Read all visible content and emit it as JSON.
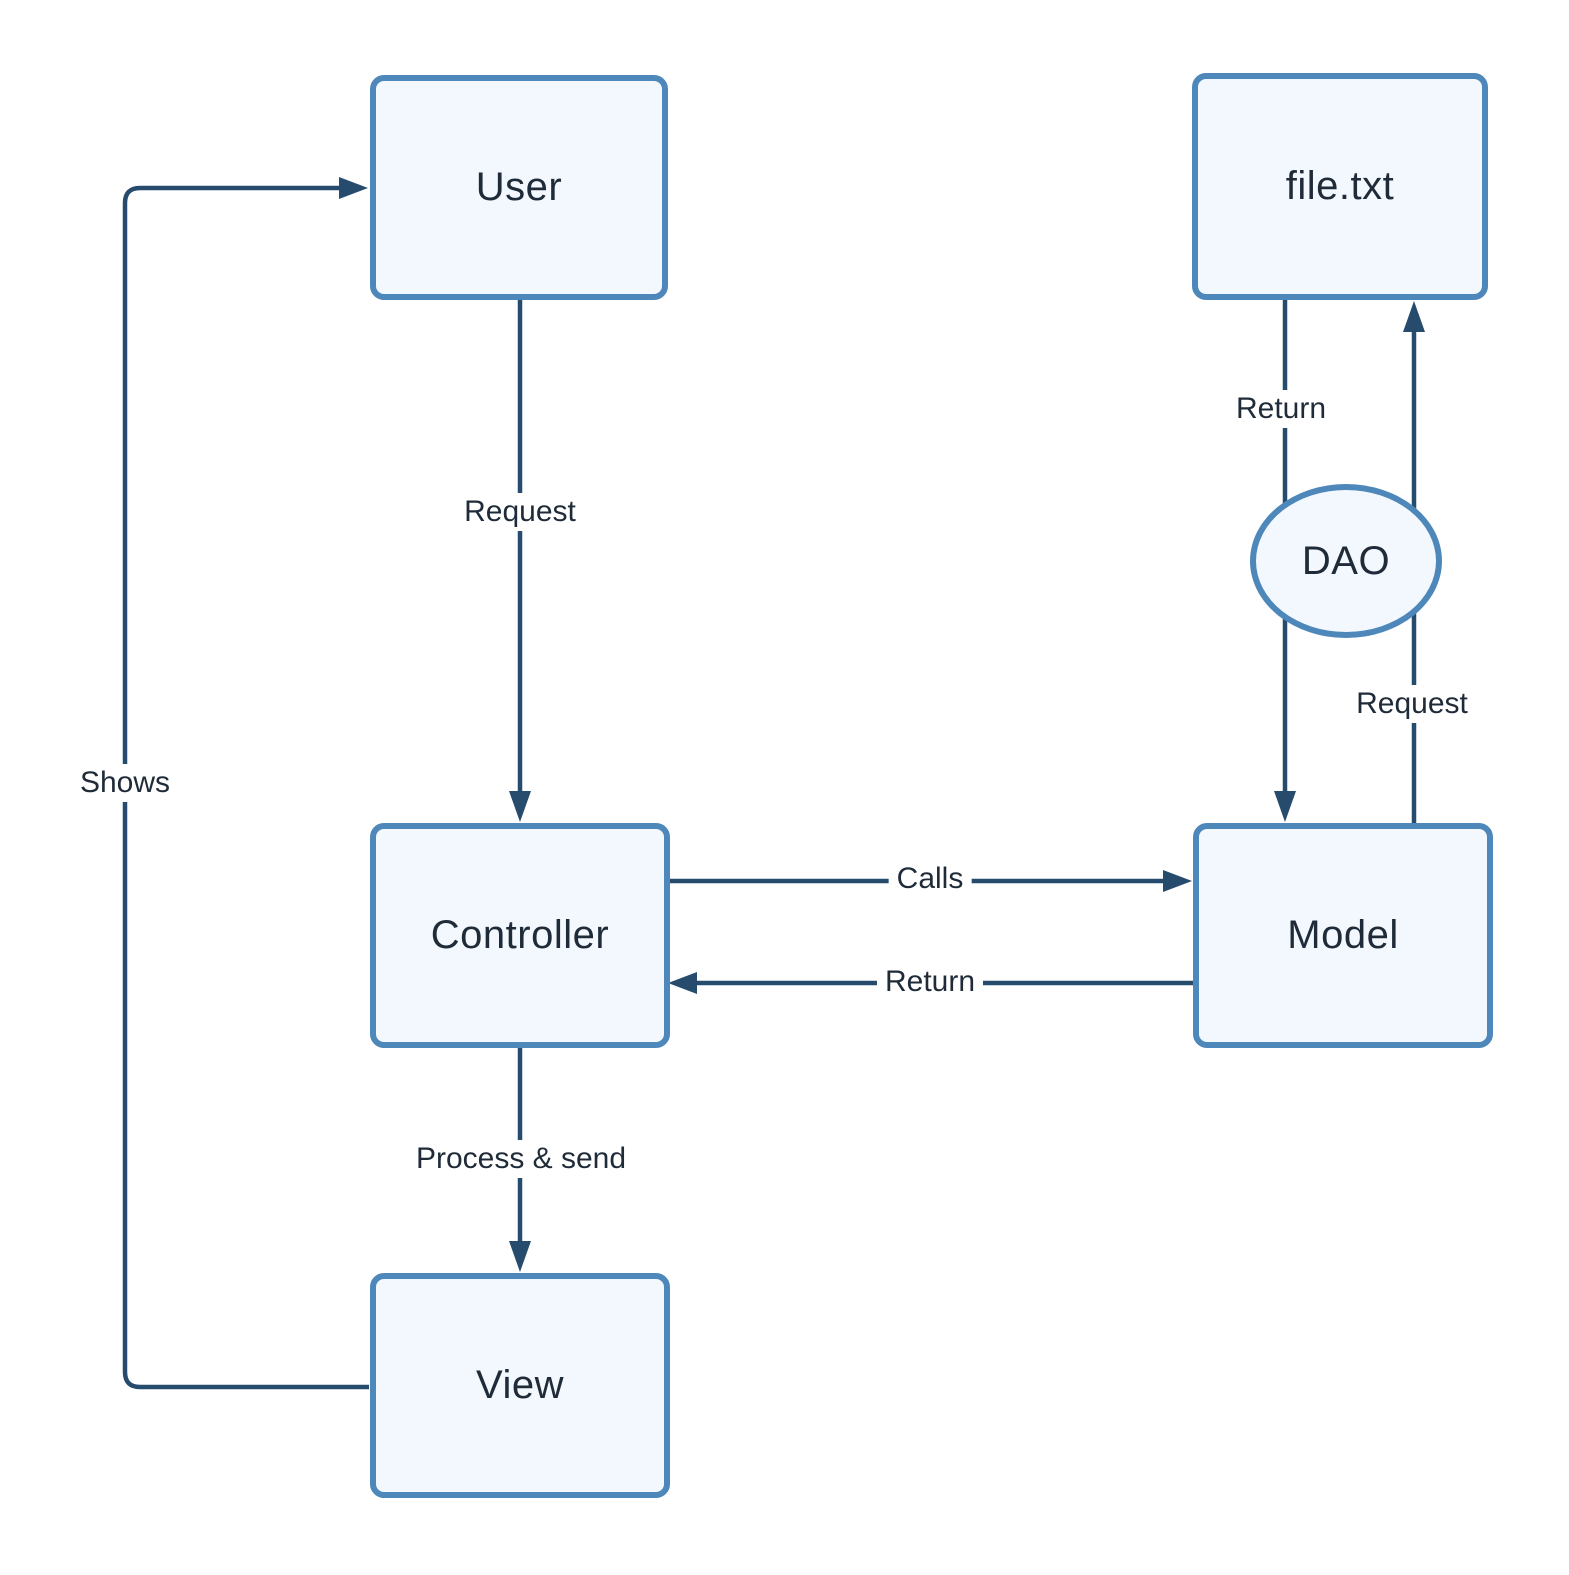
{
  "nodes": {
    "user": {
      "label": "User"
    },
    "file": {
      "label": "file.txt"
    },
    "controller": {
      "label": "Controller"
    },
    "model": {
      "label": "Model"
    },
    "view": {
      "label": "View"
    },
    "dao": {
      "label": "DAO"
    }
  },
  "edges": {
    "user_to_controller": {
      "label": "Request"
    },
    "controller_to_model": {
      "label": "Calls"
    },
    "model_to_controller": {
      "label": "Return"
    },
    "controller_to_view": {
      "label": "Process & send"
    },
    "view_to_user": {
      "label": "Shows"
    },
    "file_to_model": {
      "label": "Return"
    },
    "model_to_file": {
      "label": "Request"
    }
  },
  "colors": {
    "edge": "#274b6d",
    "node_border": "#4e87b9",
    "node_fill": "#f2f8fd",
    "text": "#1f2b38",
    "background": "#ffffff"
  }
}
